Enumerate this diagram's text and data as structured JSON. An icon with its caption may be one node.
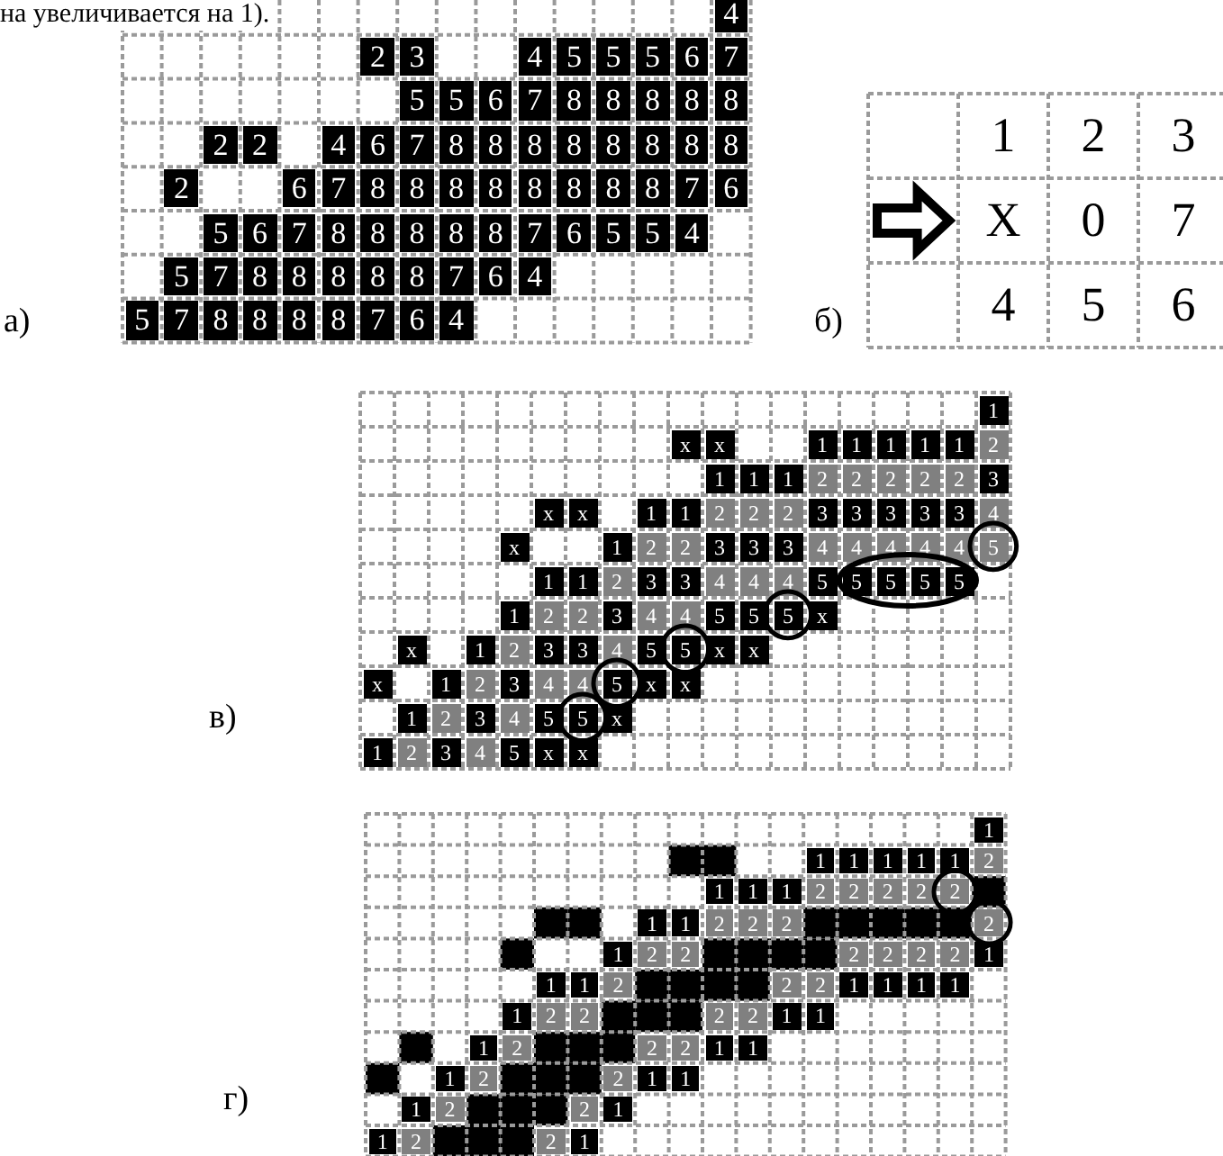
{
  "diagram": {
    "labels": [
      "на увеличивается на 1).",
      "4",
      "2",
      "3",
      "4",
      "5",
      "5",
      "5",
      "6",
      "7",
      "5",
      "5",
      "6",
      "7",
      "8",
      "8",
      "8",
      "8",
      "8",
      "2",
      "2",
      "4",
      "6",
      "7",
      "8",
      "8",
      "8",
      "8",
      "8",
      "8",
      "8",
      "8",
      "2",
      "6",
      "7",
      "8",
      "8",
      "8",
      "8",
      "8",
      "8",
      "8",
      "8",
      "7",
      "6",
      "5",
      "6",
      "7",
      "8",
      "8",
      "8",
      "8",
      "8",
      "7",
      "6",
      "5",
      "5",
      "4",
      "5",
      "7",
      "8",
      "8",
      "8",
      "8",
      "8",
      "7",
      "6",
      "4",
      "5",
      "7",
      "8",
      "8",
      "8",
      "8",
      "7",
      "6",
      "4",
      "а)",
      "1",
      "2",
      "3",
      "X",
      "0",
      "7",
      "4",
      "5",
      "6",
      "б)",
      "1",
      "x",
      "x",
      "1",
      "1",
      "1",
      "1",
      "1",
      "2",
      "1",
      "1",
      "1",
      "2",
      "2",
      "2",
      "2",
      "2",
      "3",
      "x",
      "x",
      "1",
      "1",
      "2",
      "2",
      "2",
      "3",
      "3",
      "3",
      "3",
      "3",
      "4",
      "x",
      "1",
      "2",
      "2",
      "3",
      "3",
      "3",
      "4",
      "4",
      "4",
      "4",
      "4",
      "5",
      "1",
      "1",
      "2",
      "3",
      "3",
      "4",
      "4",
      "4",
      "5",
      "5",
      "5",
      "5",
      "5",
      "1",
      "2",
      "2",
      "3",
      "4",
      "4",
      "5",
      "5",
      "5",
      "x",
      "x",
      "1",
      "2",
      "3",
      "3",
      "4",
      "5",
      "5",
      "x",
      "x",
      "x",
      "1",
      "2",
      "3",
      "4",
      "4",
      "5",
      "x",
      "x",
      "1",
      "2",
      "3",
      "4",
      "5",
      "5",
      "x",
      "1",
      "2",
      "3",
      "4",
      "5",
      "x",
      "x",
      "в)",
      "1",
      "1",
      "1",
      "1",
      "1",
      "1",
      "2",
      "1",
      "1",
      "1",
      "2",
      "2",
      "2",
      "2",
      "2",
      "1",
      "1",
      "2",
      "2",
      "2",
      "2",
      "1",
      "2",
      "2",
      "2",
      "2",
      "2",
      "2",
      "1",
      "1",
      "1",
      "2",
      "2",
      "2",
      "1",
      "1",
      "1",
      "1",
      "1",
      "2",
      "2",
      "2",
      "2",
      "1",
      "1",
      "1",
      "2",
      "2",
      "2",
      "1",
      "1",
      "1",
      "2",
      "2",
      "1",
      "1",
      "1",
      "2",
      "2",
      "1",
      "1",
      "2",
      "2",
      "1",
      "г)"
    ]
  }
}
